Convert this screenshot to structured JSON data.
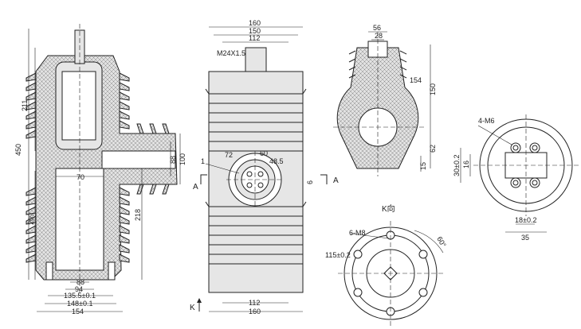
{
  "view1": {
    "dims": {
      "d211": "211",
      "d450": "450",
      "d209": "209",
      "d218": "218",
      "d88": "88",
      "d100": "100",
      "d70": "70",
      "d88b": "88",
      "d94": "94",
      "d1355": "135.5±0.1",
      "d148": "148±0.1",
      "d154": "154"
    }
  },
  "view2": {
    "dims": {
      "d160t": "160",
      "d150": "150",
      "d112t": "112",
      "m24": "M24X1.5",
      "d72": "72",
      "d60": "60",
      "d485": "48.5",
      "d112b": "112",
      "d160b": "160",
      "n1": "1",
      "d6": "6"
    },
    "section_a_left": "A",
    "section_a_right": "A",
    "view_k_arrow": "K"
  },
  "view3": {
    "dims": {
      "d56": "56",
      "d28": "28",
      "d154": "154",
      "d150": "150",
      "d62": "62",
      "d15": "15"
    }
  },
  "view4": {
    "dims": {
      "m6": "4-M6",
      "d30": "30±0.2",
      "d16": "16",
      "d18": "18±0.2",
      "d35": "35"
    }
  },
  "view5": {
    "title": "K向",
    "dims": {
      "m8": "6-M8",
      "d115": "115±0.2",
      "d60deg": "60°"
    }
  }
}
